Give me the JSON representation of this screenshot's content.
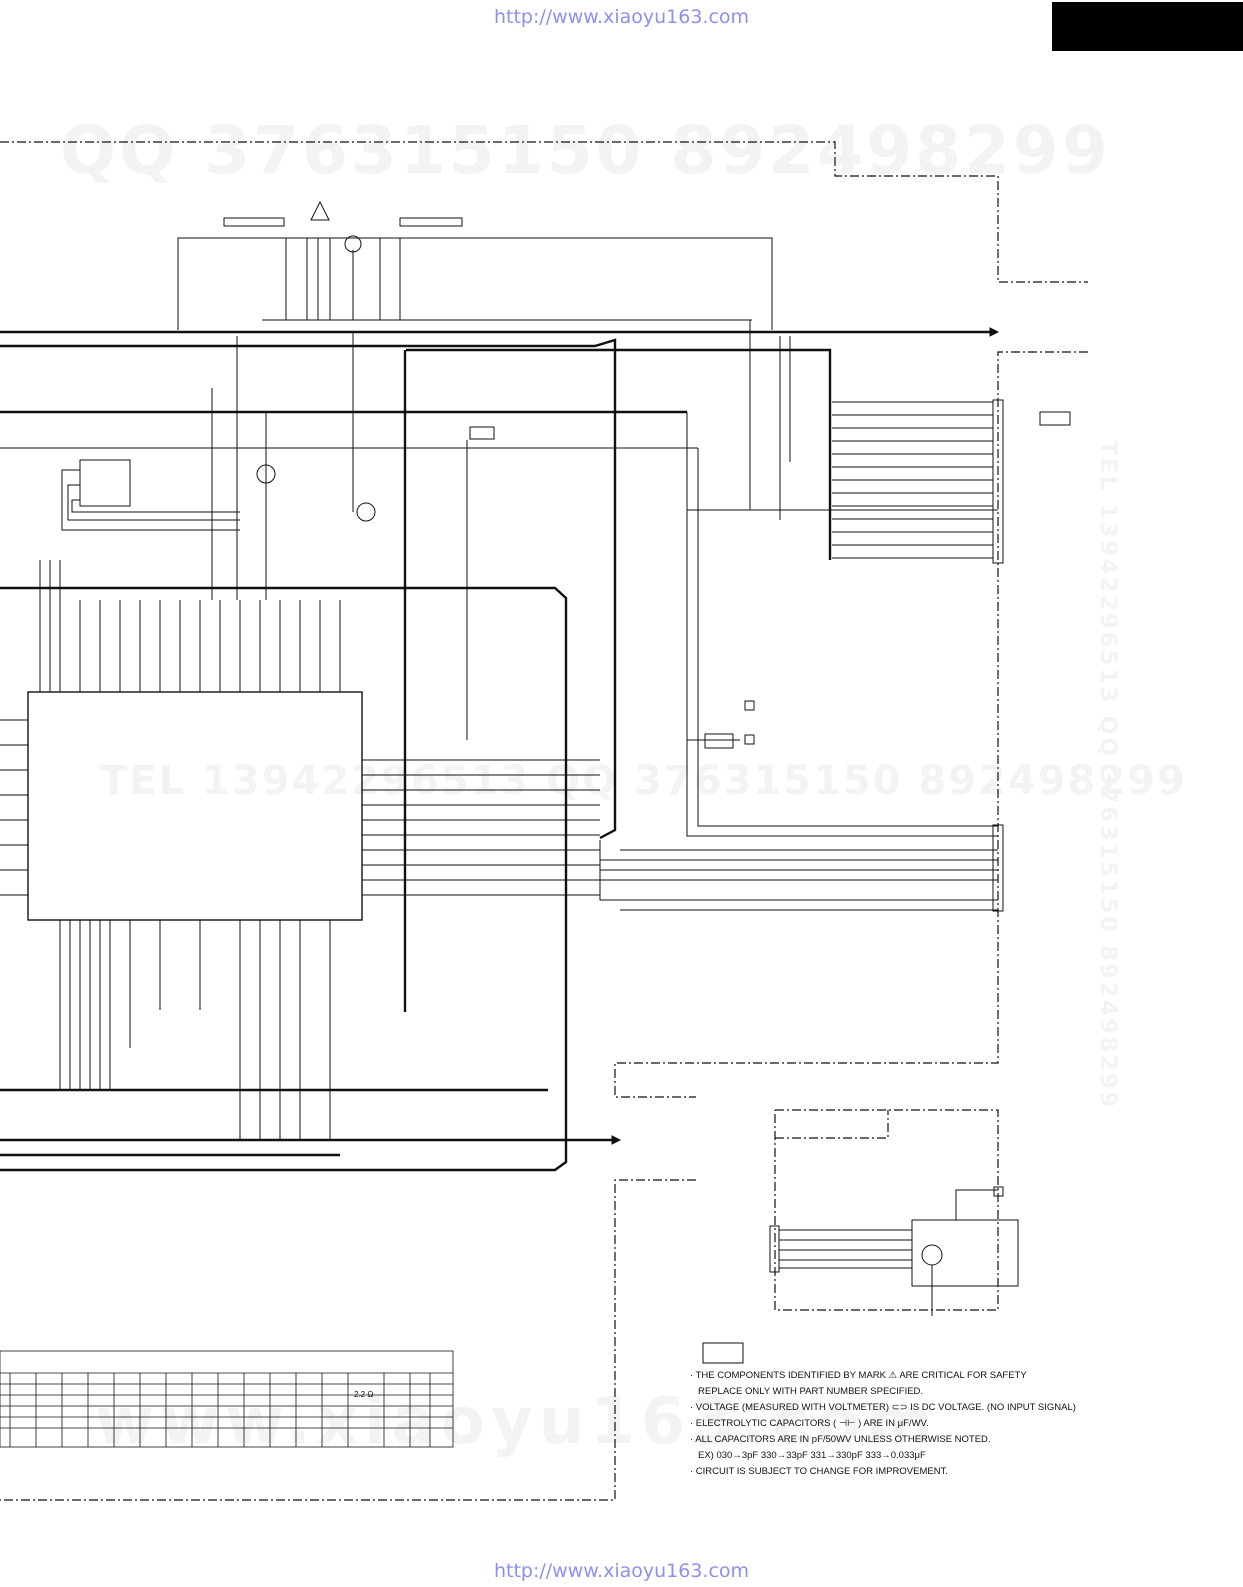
{
  "header": {
    "url_top": "http://www.xiaoyu163.com",
    "url_bottom": "http://www.xiaoyu163.com"
  },
  "watermarks": {
    "qq": "QQ 376315150   892498299",
    "tel": "TEL 13942296513   QQ 376315150   892498299",
    "side": "TEL 13942296513   QQ 376315150   892498299",
    "bottom": "www.xiaoyu163.com"
  },
  "table": {
    "value_cell": "2.2 Ω"
  },
  "notes": {
    "line1_pre": "· THE  COMPONENTS IDENTIFIED  BY MARK",
    "line1_post": "ARE CRITICAL FOR  SAFETY",
    "line2": "REPLACE  ONLY  WITH   PART  NUMBER  SPECIFIED.",
    "line3_pre": "· VOLTAGE  (MEASURED WITH VOLTMETER)",
    "line3_post": "IS   DC VOLTAGE.   (NO INPUT SIGNAL)",
    "line4_pre": "· ELECTROLYTIC CAPACITORS (",
    "line4_post": ")   ARE IN  μF/WV.",
    "line5": "· ALL CAPACITORS ARE IN pF/50WV UNLESS   OTHERWISE NOTED.",
    "line6": "EX) 030→3pF 330→33pF 331→330pF 333→0.033μF",
    "line7": "· CIRCUIT IS SUBJECT TO CHANGE FOR  IMPROVEMENT."
  },
  "colors": {
    "line": "#111111",
    "watermark": "#f0f0f0",
    "url": "#8f8ff0"
  },
  "icons": {
    "safety": "warning-triangle-icon",
    "voltage": "voltage-tag-icon",
    "capacitor": "electrolytic-capacitor-icon"
  }
}
